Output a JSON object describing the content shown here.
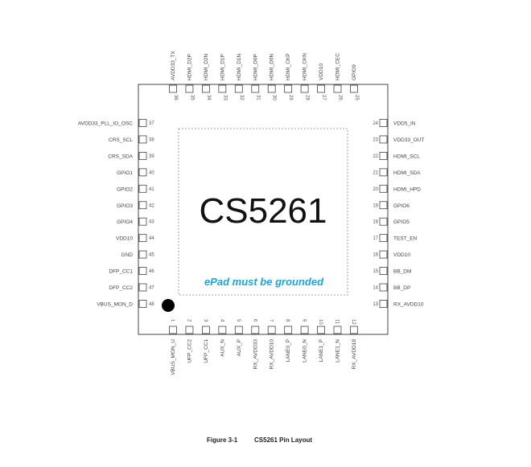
{
  "chip": {
    "name": "CS5261",
    "epad_note": "ePad must be grounded",
    "caption_figure": "Figure 3-1",
    "caption_title": "CS5261 Pin Layout",
    "accent_color": "#1fa3d0"
  },
  "pins": {
    "left": [
      {
        "num": "37",
        "name": "AVDD33_PLL_IO_OSC"
      },
      {
        "num": "38",
        "name": "CRS_SCL"
      },
      {
        "num": "39",
        "name": "CRS_SDA"
      },
      {
        "num": "40",
        "name": "GPIO1"
      },
      {
        "num": "41",
        "name": "GPIO2"
      },
      {
        "num": "42",
        "name": "GPIO3"
      },
      {
        "num": "43",
        "name": "GPIO4"
      },
      {
        "num": "44",
        "name": "VDD10"
      },
      {
        "num": "45",
        "name": "GND"
      },
      {
        "num": "46",
        "name": "DFP_CC1"
      },
      {
        "num": "47",
        "name": "DFP_CC2"
      },
      {
        "num": "48",
        "name": "VBUS_MON_D"
      }
    ],
    "right": [
      {
        "num": "24",
        "name": "VDD5_IN"
      },
      {
        "num": "23",
        "name": "VDD33_OUT"
      },
      {
        "num": "22",
        "name": "HDMI_SCL"
      },
      {
        "num": "21",
        "name": "HDMI_SDA"
      },
      {
        "num": "20",
        "name": "HDMI_HPD"
      },
      {
        "num": "19",
        "name": "GPIO6"
      },
      {
        "num": "18",
        "name": "GPIO5"
      },
      {
        "num": "17",
        "name": "TEST_EN"
      },
      {
        "num": "16",
        "name": "VDD10"
      },
      {
        "num": "15",
        "name": "BB_DM"
      },
      {
        "num": "14",
        "name": "BB_DP"
      },
      {
        "num": "13",
        "name": "RX_AVDD10"
      }
    ],
    "top": [
      {
        "num": "36",
        "name": "AVDD33_TX"
      },
      {
        "num": "35",
        "name": "HDMI_D2P"
      },
      {
        "num": "34",
        "name": "HDMI_D2N"
      },
      {
        "num": "33",
        "name": "HDMI_D1P"
      },
      {
        "num": "32",
        "name": "HDMI_D1N"
      },
      {
        "num": "31",
        "name": "HDMI_D0P"
      },
      {
        "num": "30",
        "name": "HDMI_D0N"
      },
      {
        "num": "29",
        "name": "HDMI_CKP"
      },
      {
        "num": "28",
        "name": "HDMI_CKN"
      },
      {
        "num": "27",
        "name": "VDD10"
      },
      {
        "num": "26",
        "name": "HDMI_CEC"
      },
      {
        "num": "25",
        "name": "GPIO9"
      }
    ],
    "bottom": [
      {
        "num": "1",
        "name": "VBUS_MON_U"
      },
      {
        "num": "2",
        "name": "UFP_CC2"
      },
      {
        "num": "3",
        "name": "UFP_CC1"
      },
      {
        "num": "4",
        "name": "AUX_N"
      },
      {
        "num": "5",
        "name": "AUX_P"
      },
      {
        "num": "6",
        "name": "RX_AVDD33"
      },
      {
        "num": "7",
        "name": "RX_AVDD10"
      },
      {
        "num": "8",
        "name": "LANE0_P"
      },
      {
        "num": "9",
        "name": "LANE0_N"
      },
      {
        "num": "10",
        "name": "LANE1_P"
      },
      {
        "num": "11",
        "name": "LANE1_N"
      },
      {
        "num": "12",
        "name": "RX_AVDD18"
      }
    ]
  }
}
